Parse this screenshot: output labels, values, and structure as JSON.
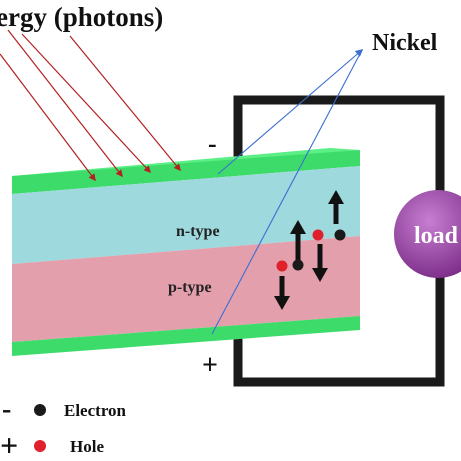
{
  "diagram": {
    "title_text": "ergy (photons)",
    "nickel_label": "Nickel",
    "n_type_label": "n-type",
    "p_type_label": "p-type",
    "load_label": "load",
    "minus_terminal": "-",
    "plus_terminal": "+",
    "legend": {
      "electron_symbol": "-",
      "electron_label": "Electron",
      "hole_symbol": "+",
      "hole_label": "Hole"
    }
  },
  "colors": {
    "green_contact": "#3ddc6a",
    "n_type_layer": "#9ed9dd",
    "p_type_layer": "#e49fac",
    "load_circle": "#9b3fa6",
    "photon_rays": "#b22222",
    "nickel_pointer": "#3b6fd1",
    "electron": "#1a1a1a",
    "hole": "#e0202a",
    "wire": "#1a1a1a"
  }
}
